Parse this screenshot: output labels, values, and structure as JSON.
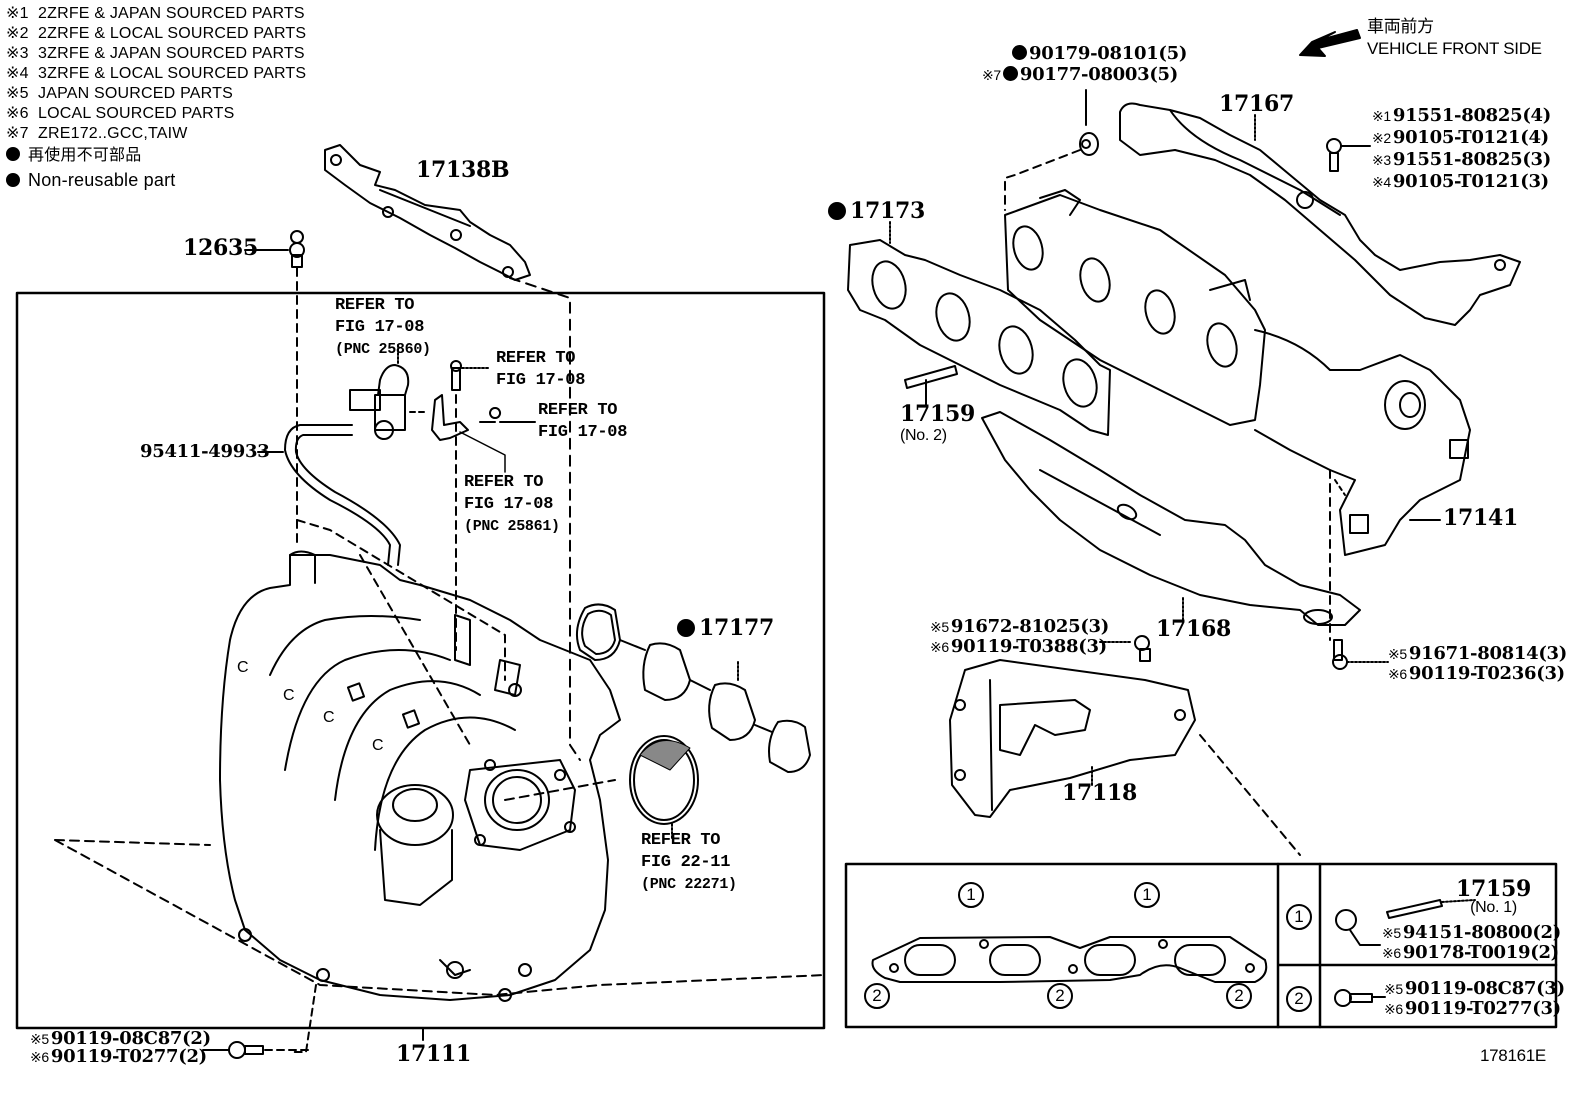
{
  "legend": {
    "notes": [
      {
        "mark": "※1",
        "text": "2ZRFE & JAPAN SOURCED PARTS"
      },
      {
        "mark": "※2",
        "text": "2ZRFE & LOCAL SOURCED PARTS"
      },
      {
        "mark": "※3",
        "text": "3ZRFE & JAPAN SOURCED PARTS"
      },
      {
        "mark": "※4",
        "text": "3ZRFE & LOCAL SOURCED PARTS"
      },
      {
        "mark": "※5",
        "text": "JAPAN SOURCED PARTS"
      },
      {
        "mark": "※6",
        "text": "LOCAL SOURCED PARTS"
      },
      {
        "mark": "※7",
        "text": "ZRE172..GCC,TAIW"
      }
    ],
    "nonreusable_jp": "再使用不可部品",
    "nonreusable_en": "Non-reusable part"
  },
  "orientation": {
    "jp": "車両前方",
    "en": "VEHICLE FRONT SIDE",
    "icon": "arrow-left-down-icon"
  },
  "parts": {
    "p17138B": "17138B",
    "p12635": "12635",
    "p95411": "95411-49933",
    "p17177": "17177",
    "p17111": "17111",
    "p17173": "17173",
    "p17167": "17167",
    "p17159_no2": "17159",
    "p17159_no2_sub": "(No. 2)",
    "p17141": "17141",
    "p17168": "17168",
    "p17118": "17118",
    "p17159_no1": "17159",
    "p17159_no1_sub": "(No. 1)"
  },
  "refs": {
    "ref_25860": {
      "l1": "REFER TO",
      "l2": "FIG 17-08",
      "l3": "(PNC 25860)"
    },
    "ref_bolt": {
      "l1": "REFER TO",
      "l2": "FIG 17-08"
    },
    "ref_screw": {
      "l1": "REFER TO",
      "l2": "FIG 17-08"
    },
    "ref_25861": {
      "l1": "REFER TO",
      "l2": "FIG 17-08",
      "l3": "(PNC 25861)"
    },
    "ref_22271": {
      "l1": "REFER TO",
      "l2": "FIG 22-11",
      "l3": "(PNC 22271)"
    }
  },
  "fasteners": {
    "nut_top": [
      {
        "mark": "",
        "nonreusable": true,
        "part": "90179-08101(5)"
      },
      {
        "mark": "※7",
        "nonreusable": true,
        "part": "90177-08003(5)"
      }
    ],
    "bolt_17167": [
      {
        "mark": "※1",
        "part": "91551-80825(4)"
      },
      {
        "mark": "※2",
        "part": "90105-T0121(4)"
      },
      {
        "mark": "※3",
        "part": "91551-80825(3)"
      },
      {
        "mark": "※4",
        "part": "90105-T0121(3)"
      }
    ],
    "bolt_17168": [
      {
        "mark": "※5",
        "part": "91672-81025(3)"
      },
      {
        "mark": "※6",
        "part": "90119-T0388(3)"
      }
    ],
    "bolt_17141": [
      {
        "mark": "※5",
        "part": "91671-80814(3)"
      },
      {
        "mark": "※6",
        "part": "90119-T0236(3)"
      }
    ],
    "bolt_17111": [
      {
        "mark": "※5",
        "part": "90119-08C87(2)"
      },
      {
        "mark": "※6",
        "part": "90119-T0277(2)"
      }
    ]
  },
  "inset": {
    "pos1": "1",
    "pos2": "2",
    "row1": [
      {
        "mark": "※5",
        "part": "94151-80800(2)"
      },
      {
        "mark": "※6",
        "part": "90178-T0019(2)"
      }
    ],
    "row2": [
      {
        "mark": "※5",
        "part": "90119-08C87(3)"
      },
      {
        "mark": "※6",
        "part": "90119-T0277(3)"
      }
    ]
  },
  "figure_id": "178161E"
}
